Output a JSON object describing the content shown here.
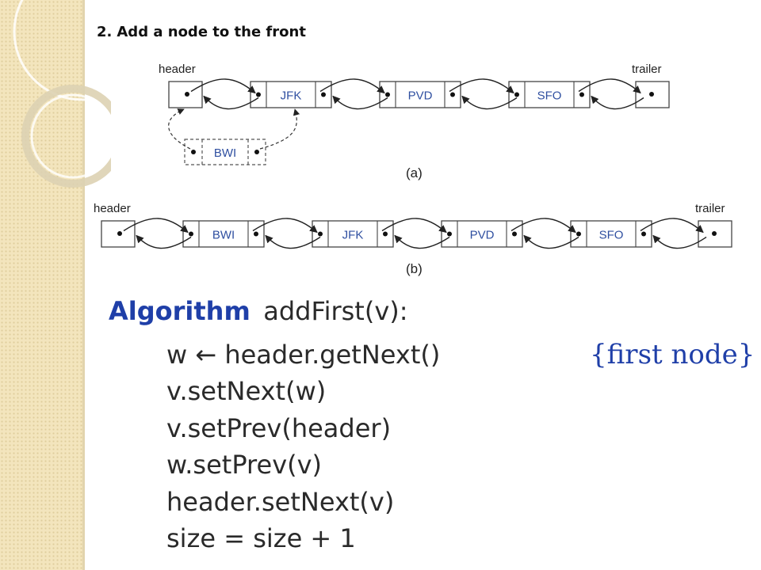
{
  "slide": {
    "number": "2.",
    "title": "Add a node to the front"
  },
  "diagram_a": {
    "caption": "(a)",
    "header_label": "header",
    "trailer_label": "trailer",
    "nodes": [
      "JFK",
      "PVD",
      "SFO"
    ],
    "new_node": "BWI"
  },
  "diagram_b": {
    "caption": "(b)",
    "header_label": "header",
    "trailer_label": "trailer",
    "nodes": [
      "BWI",
      "JFK",
      "PVD",
      "SFO"
    ]
  },
  "algorithm": {
    "keyword": "Algorithm",
    "signature": "addFirst(v):",
    "comment": "{first node}",
    "lines": [
      "w ← header.getNext()",
      "v.setNext(w)",
      "v.setPrev(header)",
      "w.setPrev(v)",
      "header.setNext(v)",
      "size = size + 1"
    ]
  },
  "colors": {
    "sidebar": "#f3e5bd",
    "keyword": "#1f3fa8",
    "node_text": "#2f4fa0"
  }
}
